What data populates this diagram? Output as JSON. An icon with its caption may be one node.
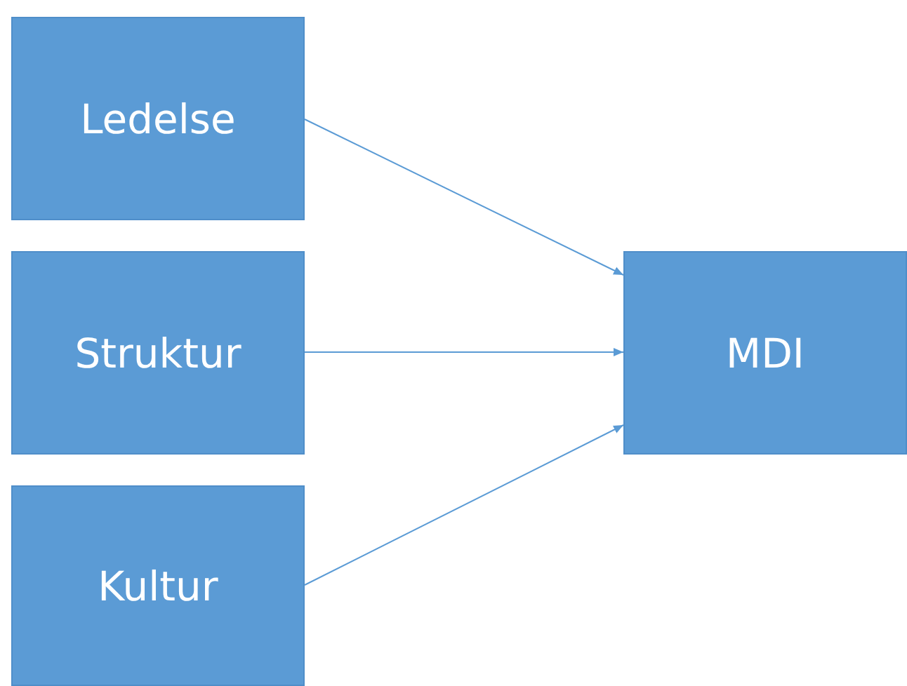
{
  "diagram": {
    "nodes": [
      {
        "text": [
          "Ledelse"
        ]
      },
      {
        "text": [
          "Struktur"
        ]
      },
      {
        "text": [
          "Kultur"
        ]
      },
      {
        "text": [
          "MDI"
        ]
      }
    ],
    "edges": [
      {
        "from": 0,
        "to": 3,
        "arrow": "to"
      },
      {
        "from": 1,
        "to": 3,
        "arrow": "to"
      },
      {
        "from": 2,
        "to": 3,
        "arrow": "to"
      }
    ]
  }
}
